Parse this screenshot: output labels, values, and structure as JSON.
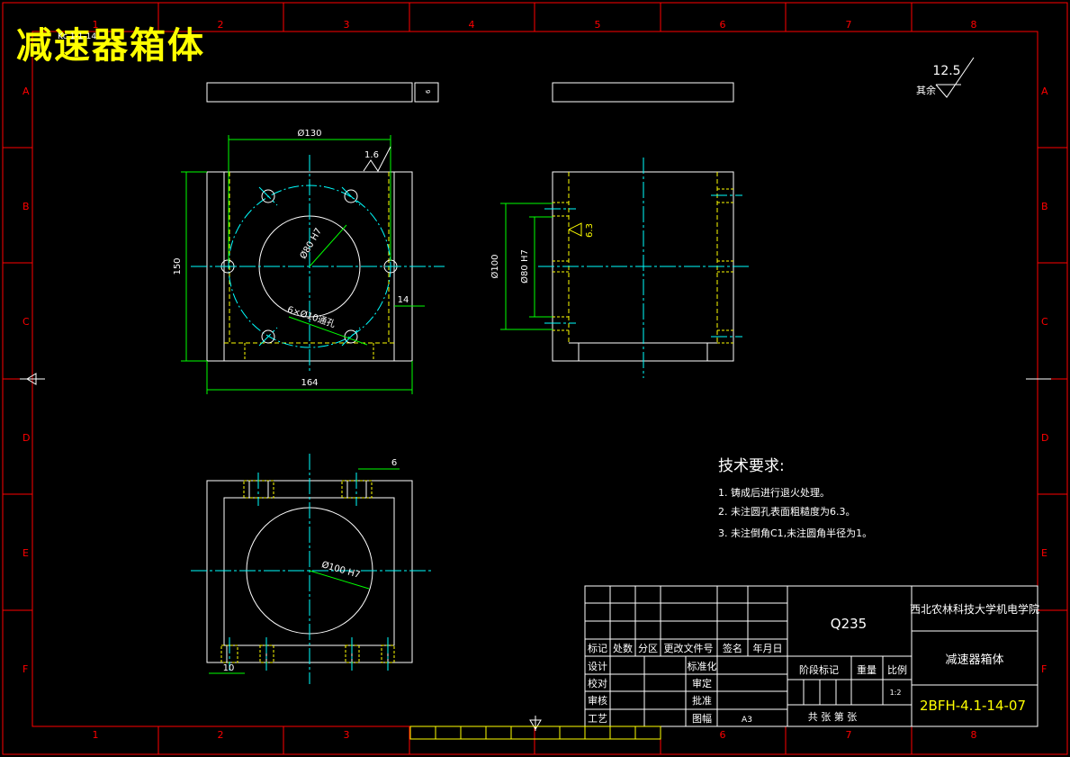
{
  "title": "减速器箱体",
  "title_tag": "Kc 1-1-14",
  "colors": {
    "background": "#000000",
    "frame": "#ff0000",
    "outline": "#ffffff",
    "hidden": "#ffff00",
    "center": "#00ffff",
    "dimension": "#00ff00",
    "text": "#ffff00"
  },
  "zones": {
    "columns": [
      "1",
      "2",
      "3",
      "4",
      "5",
      "6",
      "7",
      "8"
    ],
    "rows": [
      "A",
      "B",
      "C",
      "D",
      "E",
      "F"
    ]
  },
  "dims": {
    "d130": "Ø130",
    "r16": "1.6",
    "d80h7": "Ø80 H7",
    "h150": "150",
    "w164": "164",
    "w14": "14",
    "holes": "6×Ø10通孔",
    "d100": "Ø100",
    "d80h7_side": "Ø80 H7",
    "r63": "6.3",
    "t6": "6",
    "w6": "6",
    "d100h7": "Ø100 H7",
    "w10": "10"
  },
  "roughness": {
    "value": "12.5",
    "label": "其余"
  },
  "tech": {
    "heading": "技术要求:",
    "items": [
      "1. 铸成后进行退火处理。",
      "2. 未注圆孔表面粗糙度为6.3。",
      "3. 未注倒角C1,未注圆角半径为1。"
    ]
  },
  "title_block": {
    "material": "Q235",
    "school": "西北农林科技大学机电学院",
    "part_name": "减速器箱体",
    "drawing_no": "2BFH-4.1-14-07",
    "rev_headers": [
      "标记",
      "处数",
      "分区",
      "更改文件号",
      "签名",
      "年月日"
    ],
    "left_labels": [
      "设计",
      "校对",
      "审核",
      "工艺"
    ],
    "mid_labels": [
      "标准化",
      "审定",
      "批准",
      "图幅"
    ],
    "sheet_size": "A3",
    "stage_label": "阶段标记",
    "weight_label": "重量",
    "scale_label": "比例",
    "scale": "1:2",
    "sheets": "共    张  第    张"
  }
}
